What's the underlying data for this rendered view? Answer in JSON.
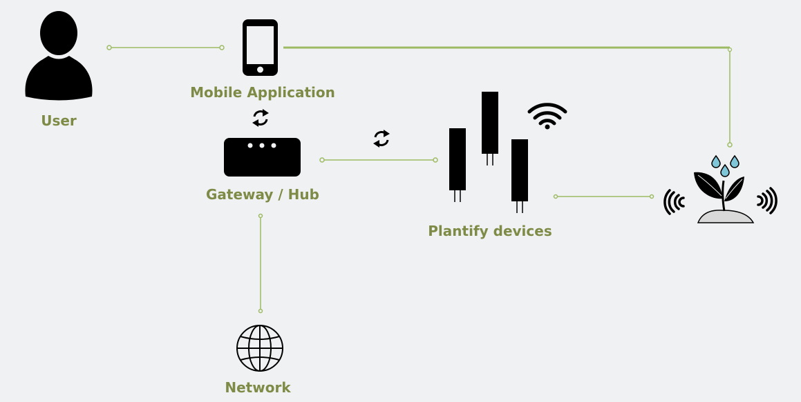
{
  "colors": {
    "background": "#f0f1f2",
    "label": "#7d8b47",
    "connector": "#9dbb63",
    "icon": "#000000",
    "water": "#7fc6d9",
    "soil": "#d9d9d9"
  },
  "nodes": {
    "user": {
      "label": "User",
      "icon": "user-icon"
    },
    "mobile": {
      "label": "Mobile Application",
      "icon": "smartphone-icon"
    },
    "gateway": {
      "label": "Gateway / Hub",
      "icon": "router-icon"
    },
    "devices": {
      "label": "Plantify devices",
      "icon": "sensor-probes-icon"
    },
    "network": {
      "label": "Network",
      "icon": "globe-icon"
    },
    "plant": {
      "icon": "plant-watering-icon"
    }
  },
  "decorations": [
    "sync-icon",
    "sync-icon",
    "wifi-icon",
    "signal-waves-icon"
  ]
}
